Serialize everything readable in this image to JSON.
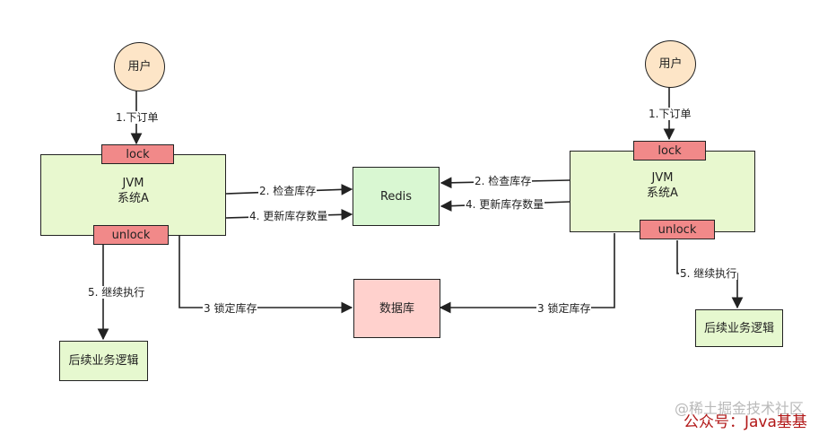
{
  "left": {
    "user": "用户",
    "order": "1.下订单",
    "lock": "lock",
    "jvm_line1": "JVM",
    "jvm_line2": "系统A",
    "unlock": "unlock",
    "check": "2. 检查库存",
    "update": "4. 更新库存数量",
    "lock_stock": "3 锁定库存",
    "continue": "5. 继续执行",
    "biz": "后续业务逻辑"
  },
  "right": {
    "user": "用户",
    "order": "1.下订单",
    "lock": "lock",
    "jvm_line1": "JVM",
    "jvm_line2": "系统A",
    "unlock": "unlock",
    "check": "2. 检查库存",
    "update": "4. 更新库存数量",
    "lock_stock": "3 锁定库存",
    "continue": "5. 继续执行",
    "biz": "后续业务逻辑"
  },
  "redis": "Redis",
  "db": "数据库",
  "watermark": {
    "line1": "@稀土掘金技术社区",
    "line2": "公众号：Java基基"
  }
}
